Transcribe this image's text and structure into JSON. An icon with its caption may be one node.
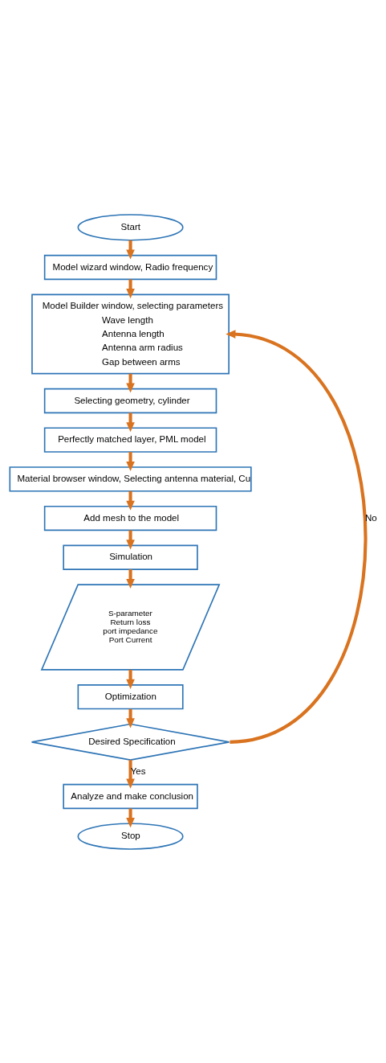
{
  "diagram": {
    "nodes": [
      {
        "text": [
          "Start"
        ]
      },
      {
        "text": [
          "Model wizard window, Radio frequency"
        ]
      },
      {
        "text": [
          "Model Builder window, selecting parameters",
          "Wave length",
          "Antenna length",
          "Antenna arm radius",
          "Gap between arms"
        ]
      },
      {
        "text": [
          "Selecting geometry, cylinder"
        ]
      },
      {
        "text": [
          "Perfectly matched layer, PML model"
        ]
      },
      {
        "text": [
          "Material browser window, Selecting antenna material, Cu"
        ]
      },
      {
        "text": [
          "Add mesh to the model"
        ]
      },
      {
        "text": [
          "Simulation"
        ]
      },
      {
        "text": [
          "S-parameter",
          "Return loss",
          "port impedance",
          "Port Current"
        ]
      },
      {
        "text": [
          "Optimization"
        ]
      },
      {
        "text": [
          "Desired Specification"
        ]
      },
      {
        "text": [
          "Analyze and make conclusion"
        ]
      },
      {
        "text": [
          "Stop"
        ]
      }
    ],
    "edges": [
      {
        "from": 0,
        "to": 1,
        "arrow": "to"
      },
      {
        "from": 1,
        "to": 2,
        "arrow": "to"
      },
      {
        "from": 2,
        "to": 3,
        "arrow": "to"
      },
      {
        "from": 3,
        "to": 4,
        "arrow": "to"
      },
      {
        "from": 4,
        "to": 5,
        "arrow": "to"
      },
      {
        "from": 5,
        "to": 6,
        "arrow": "to"
      },
      {
        "from": 6,
        "to": 7,
        "arrow": "to"
      },
      {
        "from": 7,
        "to": 8,
        "arrow": "to"
      },
      {
        "from": 8,
        "to": 9,
        "arrow": "to"
      },
      {
        "from": 9,
        "to": 10,
        "arrow": "to"
      },
      {
        "from": 10,
        "to": 11,
        "arrow": "to",
        "label": "Yes"
      },
      {
        "from": 11,
        "to": 12,
        "arrow": "to"
      },
      {
        "from": 10,
        "to": 2,
        "arrow": "to",
        "label": "No"
      }
    ]
  }
}
